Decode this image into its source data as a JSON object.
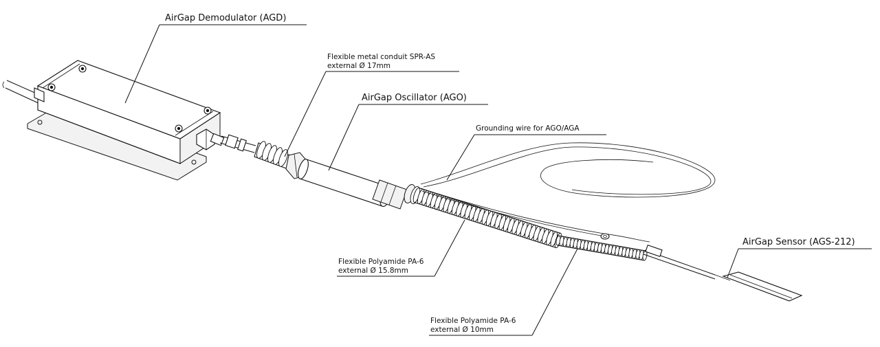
{
  "labels": {
    "agd": "AirGap Demodulator (AGD)",
    "conduit_line1": "Flexible metal conduit SPR-AS",
    "conduit_line2": "external Ø 17mm",
    "ago": "AirGap Oscillator (AGO)",
    "grounding": "Grounding wire for AGO/AGA",
    "sensor": "AirGap Sensor (AGS-212)",
    "pa6_large_line1": "Flexible Polyamide PA-6",
    "pa6_large_line2": "external Ø 15.8mm",
    "pa6_small_line1": "Flexible Polyamide PA-6",
    "pa6_small_line2": "external Ø 10mm"
  },
  "icons": {
    "demodulator": "junction-box-icon",
    "conduit": "corrugated-conduit-icon",
    "oscillator": "cylinder-module-icon",
    "wire": "coiled-wire-icon",
    "sensor": "flat-sensor-icon"
  }
}
